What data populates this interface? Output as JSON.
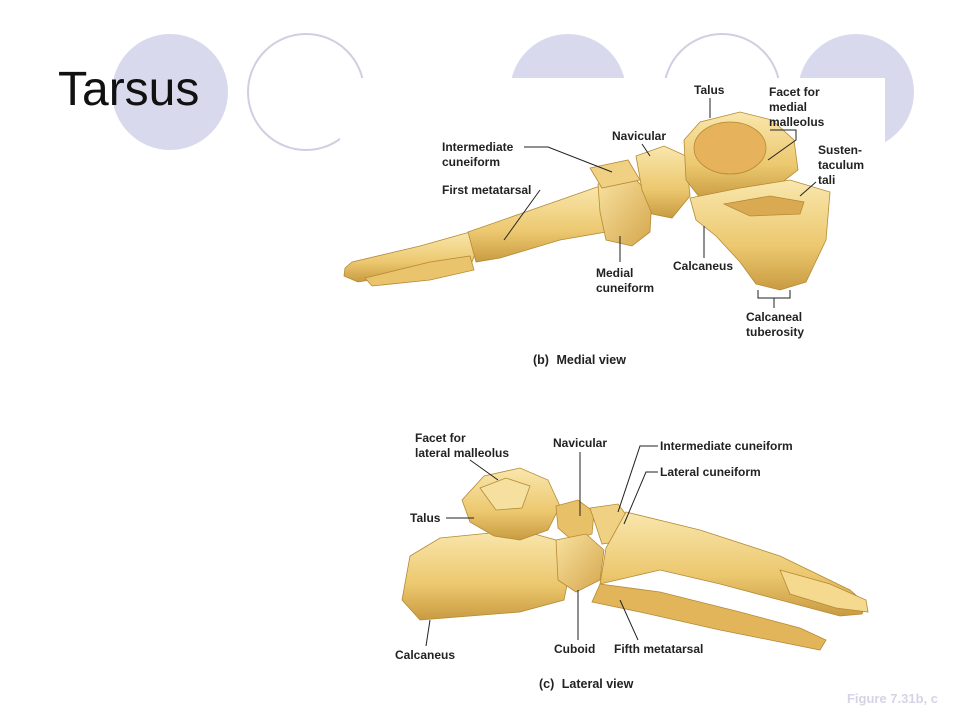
{
  "slide": {
    "title": "Tarsus",
    "figure_ref": "Figure 7.31b, c"
  },
  "medial_view": {
    "caption_letter": "(b)",
    "caption_text": "Medial view",
    "labels": {
      "talus": "Talus",
      "facet_medial_malleolus": [
        "Facet for",
        "medial",
        "malleolus"
      ],
      "navicular": "Navicular",
      "intermediate_cuneiform": [
        "Intermediate",
        "cuneiform"
      ],
      "sustentaculum_tali": [
        "Susten-",
        "taculum",
        "tali"
      ],
      "first_metatarsal": "First metatarsal",
      "medial_cuneiform": [
        "Medial",
        "cuneiform"
      ],
      "calcaneus": "Calcaneus",
      "calcaneal_tuberosity": [
        "Calcaneal",
        "tuberosity"
      ]
    }
  },
  "lateral_view": {
    "caption_letter": "(c)",
    "caption_text": "Lateral view",
    "labels": {
      "facet_lateral_malleolus": [
        "Facet for",
        "lateral malleolus"
      ],
      "navicular": "Navicular",
      "intermediate_cuneiform": "Intermediate cuneiform",
      "lateral_cuneiform": "Lateral cuneiform",
      "talus": "Talus",
      "calcaneus": "Calcaneus",
      "cuboid": "Cuboid",
      "fifth_metatarsal": "Fifth metatarsal"
    }
  },
  "colors": {
    "circle_fill": "#d9d9ee",
    "circle_ring": "#cfcfe3",
    "bone_light": "#f6df9a",
    "bone_mid": "#e8c067",
    "bone_shade": "#c79a3e",
    "figure_ref": "#d4d4e6"
  }
}
